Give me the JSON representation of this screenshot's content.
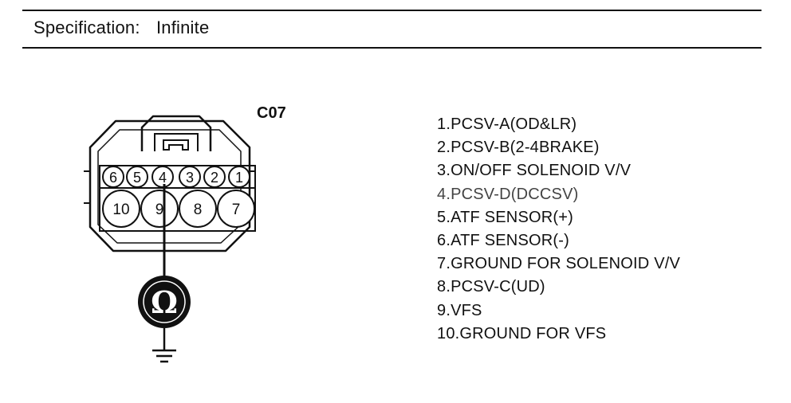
{
  "header": {
    "spec_label": "Specification:",
    "spec_value": "Infinite"
  },
  "connector": {
    "id": "C07",
    "top_row_pins": [
      "6",
      "5",
      "4",
      "3",
      "2",
      "1"
    ],
    "bottom_row_pins": [
      "10",
      "9",
      "8",
      "7"
    ],
    "probe_pin": "4",
    "meter_symbol": "Ω"
  },
  "pin_legend": [
    "1.PCSV-A(OD&LR)",
    "2.PCSV-B(2-4BRAKE)",
    "3.ON/OFF SOLENOID V/V",
    "4.PCSV-D(DCCSV)",
    "5.ATF SENSOR(+)",
    "6.ATF SENSOR(-)",
    "7.GROUND FOR SOLENOID V/V",
    "8.PCSV-C(UD)",
    "9.VFS",
    "10.GROUND FOR VFS"
  ],
  "colors": {
    "ink": "#111111",
    "meter_fill": "#111111",
    "meter_symbol": "#ffffff"
  }
}
